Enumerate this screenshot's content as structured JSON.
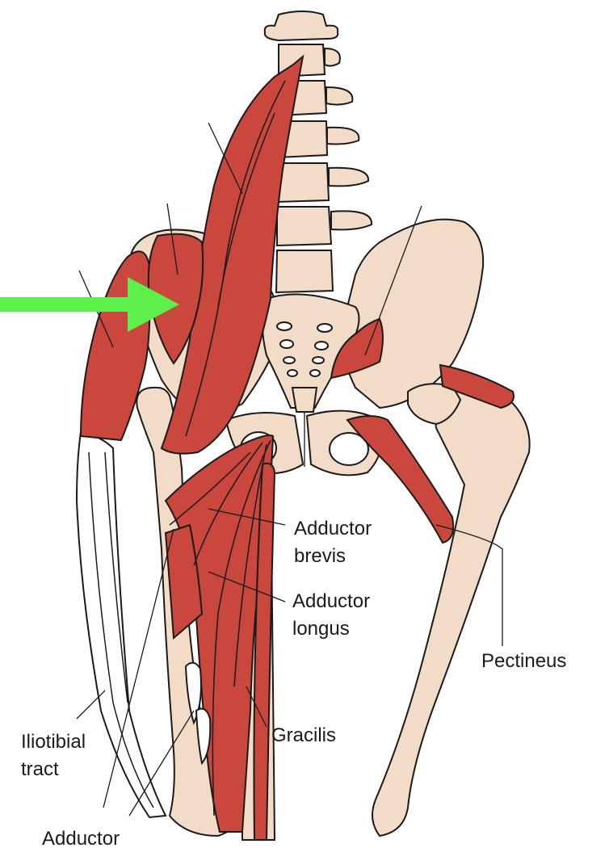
{
  "labels": {
    "adductor_brevis": [
      "Adductor",
      "brevis"
    ],
    "adductor_longus": [
      "Adductor",
      "longus"
    ],
    "pectineus": "Pectineus",
    "gracilis": "Gracilis",
    "iliotibial_tract": [
      "Iliotibial",
      "tract"
    ],
    "adductor_bottom": "Adductor"
  },
  "colors": {
    "muscle": "#c9473d",
    "bone": "#f2dcc7",
    "arrow": "#5ef04a",
    "outline": "#1a1a1a"
  },
  "icons": {
    "pointer": "green-arrow-icon"
  }
}
